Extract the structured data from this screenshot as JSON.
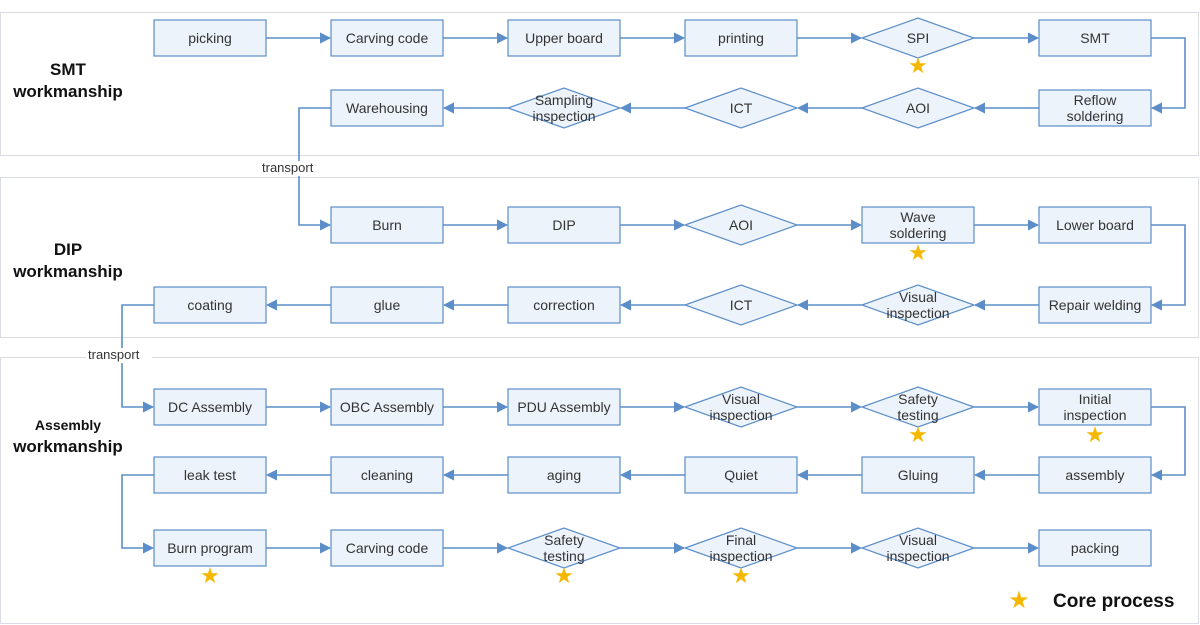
{
  "sections": [
    {
      "id": "smt",
      "title_lines": [
        "SMT",
        "workmanship"
      ]
    },
    {
      "id": "dip",
      "title_lines": [
        "DIP",
        "workmanship"
      ]
    },
    {
      "id": "asm",
      "title_lines": [
        "Assembly",
        "workmanship"
      ]
    }
  ],
  "nodes": [
    {
      "id": "picking",
      "shape": "rect",
      "lines": [
        "picking"
      ],
      "core": false
    },
    {
      "id": "carving1",
      "shape": "rect",
      "lines": [
        "Carving code"
      ],
      "core": false
    },
    {
      "id": "upper",
      "shape": "rect",
      "lines": [
        "Upper board"
      ],
      "core": false
    },
    {
      "id": "printing",
      "shape": "rect",
      "lines": [
        "printing"
      ],
      "core": false
    },
    {
      "id": "spi",
      "shape": "diamond",
      "lines": [
        "SPI"
      ],
      "core": true
    },
    {
      "id": "smt",
      "shape": "rect",
      "lines": [
        "SMT"
      ],
      "core": false
    },
    {
      "id": "reflow",
      "shape": "rect",
      "lines": [
        "Reflow",
        "soldering"
      ],
      "core": false
    },
    {
      "id": "aoi1",
      "shape": "diamond",
      "lines": [
        "AOI"
      ],
      "core": false
    },
    {
      "id": "ict1",
      "shape": "diamond",
      "lines": [
        "ICT"
      ],
      "core": false
    },
    {
      "id": "sampling",
      "shape": "diamond",
      "lines": [
        "Sampling",
        "inspection"
      ],
      "core": false
    },
    {
      "id": "warehousing",
      "shape": "rect",
      "lines": [
        "Warehousing"
      ],
      "core": false
    },
    {
      "id": "burn",
      "shape": "rect",
      "lines": [
        "Burn"
      ],
      "core": false
    },
    {
      "id": "dip",
      "shape": "rect",
      "lines": [
        "DIP"
      ],
      "core": false
    },
    {
      "id": "aoi2",
      "shape": "diamond",
      "lines": [
        "AOI"
      ],
      "core": false
    },
    {
      "id": "wave",
      "shape": "rect",
      "lines": [
        "Wave",
        "soldering"
      ],
      "core": true
    },
    {
      "id": "lower",
      "shape": "rect",
      "lines": [
        "Lower board"
      ],
      "core": false
    },
    {
      "id": "repair",
      "shape": "rect",
      "lines": [
        "Repair welding"
      ],
      "core": false
    },
    {
      "id": "visual1",
      "shape": "diamond",
      "lines": [
        "Visual",
        "inspection"
      ],
      "core": false
    },
    {
      "id": "ict2",
      "shape": "diamond",
      "lines": [
        "ICT"
      ],
      "core": false
    },
    {
      "id": "correction",
      "shape": "rect",
      "lines": [
        "correction"
      ],
      "core": false
    },
    {
      "id": "glue",
      "shape": "rect",
      "lines": [
        "glue"
      ],
      "core": false
    },
    {
      "id": "coating",
      "shape": "rect",
      "lines": [
        "coating"
      ],
      "core": false
    },
    {
      "id": "dcasm",
      "shape": "rect",
      "lines": [
        "DC Assembly"
      ],
      "core": false
    },
    {
      "id": "obcasm",
      "shape": "rect",
      "lines": [
        "OBC Assembly"
      ],
      "core": false
    },
    {
      "id": "pduasm",
      "shape": "rect",
      "lines": [
        "PDU Assembly"
      ],
      "core": false
    },
    {
      "id": "visual2",
      "shape": "diamond",
      "lines": [
        "Visual",
        "inspection"
      ],
      "core": false
    },
    {
      "id": "safety1",
      "shape": "diamond",
      "lines": [
        "Safety",
        "testing"
      ],
      "core": true
    },
    {
      "id": "initial",
      "shape": "rect",
      "lines": [
        "Initial",
        "inspection"
      ],
      "core": true
    },
    {
      "id": "assembly",
      "shape": "rect",
      "lines": [
        "assembly"
      ],
      "core": false
    },
    {
      "id": "gluing",
      "shape": "rect",
      "lines": [
        "Gluing"
      ],
      "core": false
    },
    {
      "id": "quiet",
      "shape": "rect",
      "lines": [
        "Quiet"
      ],
      "core": false
    },
    {
      "id": "aging",
      "shape": "rect",
      "lines": [
        "aging"
      ],
      "core": false
    },
    {
      "id": "cleaning",
      "shape": "rect",
      "lines": [
        "cleaning"
      ],
      "core": false
    },
    {
      "id": "leak",
      "shape": "rect",
      "lines": [
        "leak test"
      ],
      "core": false
    },
    {
      "id": "burnprog",
      "shape": "rect",
      "lines": [
        "Burn program"
      ],
      "core": true
    },
    {
      "id": "carving2",
      "shape": "rect",
      "lines": [
        "Carving code"
      ],
      "core": false
    },
    {
      "id": "safety2",
      "shape": "diamond",
      "lines": [
        "Safety",
        "testing"
      ],
      "core": true
    },
    {
      "id": "final",
      "shape": "diamond",
      "lines": [
        "Final",
        "inspection"
      ],
      "core": true
    },
    {
      "id": "visual3",
      "shape": "diamond",
      "lines": [
        "Visual",
        "inspection"
      ],
      "core": false
    },
    {
      "id": "packing",
      "shape": "rect",
      "lines": [
        "packing"
      ],
      "core": false
    }
  ],
  "edges": [
    [
      "picking",
      "carving1"
    ],
    [
      "carving1",
      "upper"
    ],
    [
      "upper",
      "printing"
    ],
    [
      "printing",
      "spi"
    ],
    [
      "spi",
      "smt"
    ],
    [
      "smt",
      "reflow"
    ],
    [
      "reflow",
      "aoi1"
    ],
    [
      "aoi1",
      "ict1"
    ],
    [
      "ict1",
      "sampling"
    ],
    [
      "sampling",
      "warehousing"
    ],
    [
      "warehousing",
      "burn"
    ],
    [
      "burn",
      "dip"
    ],
    [
      "dip",
      "aoi2"
    ],
    [
      "aoi2",
      "wave"
    ],
    [
      "wave",
      "lower"
    ],
    [
      "lower",
      "repair"
    ],
    [
      "repair",
      "visual1"
    ],
    [
      "visual1",
      "ict2"
    ],
    [
      "ict2",
      "correction"
    ],
    [
      "correction",
      "glue"
    ],
    [
      "glue",
      "coating"
    ],
    [
      "coating",
      "dcasm"
    ],
    [
      "dcasm",
      "obcasm"
    ],
    [
      "obcasm",
      "pduasm"
    ],
    [
      "pduasm",
      "visual2"
    ],
    [
      "visual2",
      "safety1"
    ],
    [
      "safety1",
      "initial"
    ],
    [
      "initial",
      "assembly"
    ],
    [
      "assembly",
      "gluing"
    ],
    [
      "gluing",
      "quiet"
    ],
    [
      "quiet",
      "aging"
    ],
    [
      "aging",
      "cleaning"
    ],
    [
      "cleaning",
      "leak"
    ],
    [
      "leak",
      "burnprog"
    ],
    [
      "burnprog",
      "carving2"
    ],
    [
      "carving2",
      "safety2"
    ],
    [
      "safety2",
      "final"
    ],
    [
      "final",
      "visual3"
    ],
    [
      "visual3",
      "packing"
    ]
  ],
  "transport_label": "transport",
  "legend": {
    "symbol": "star",
    "label": "Core process",
    "star_color": "#f5b800"
  }
}
